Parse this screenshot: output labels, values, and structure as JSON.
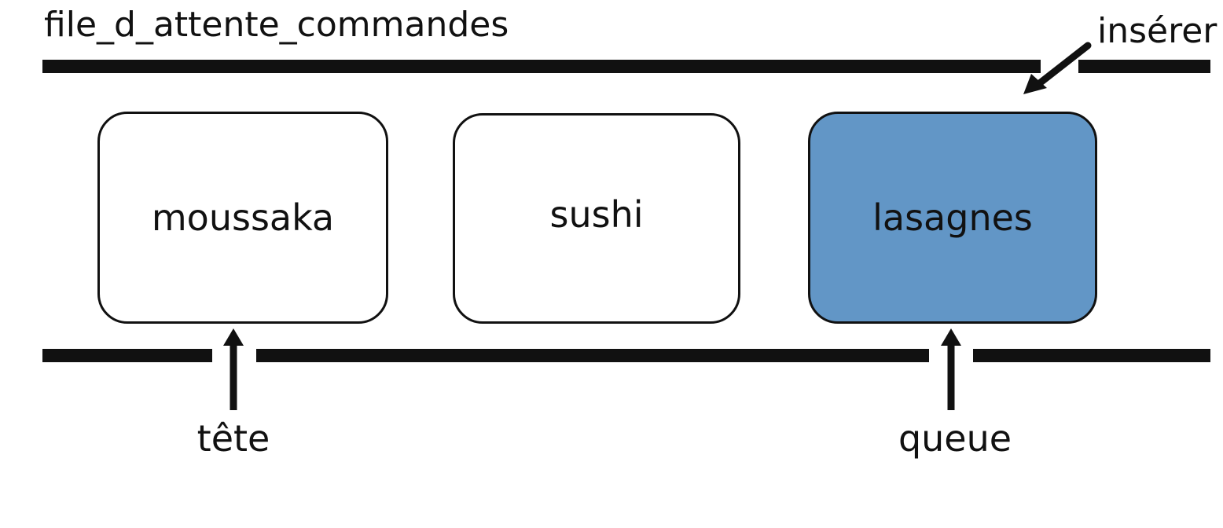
{
  "queue": {
    "name": "file_d_attente_commandes",
    "items": [
      {
        "label": "moussaka",
        "highlighted": false
      },
      {
        "label": "sushi",
        "highlighted": false
      },
      {
        "label": "lasagnes",
        "highlighted": true
      }
    ],
    "head_label": "tête",
    "tail_label": "queue",
    "insert_label": "insérer"
  },
  "colors": {
    "highlight_fill": "#6296c6",
    "node_fill": "#ffffff",
    "stroke": "#111111"
  }
}
